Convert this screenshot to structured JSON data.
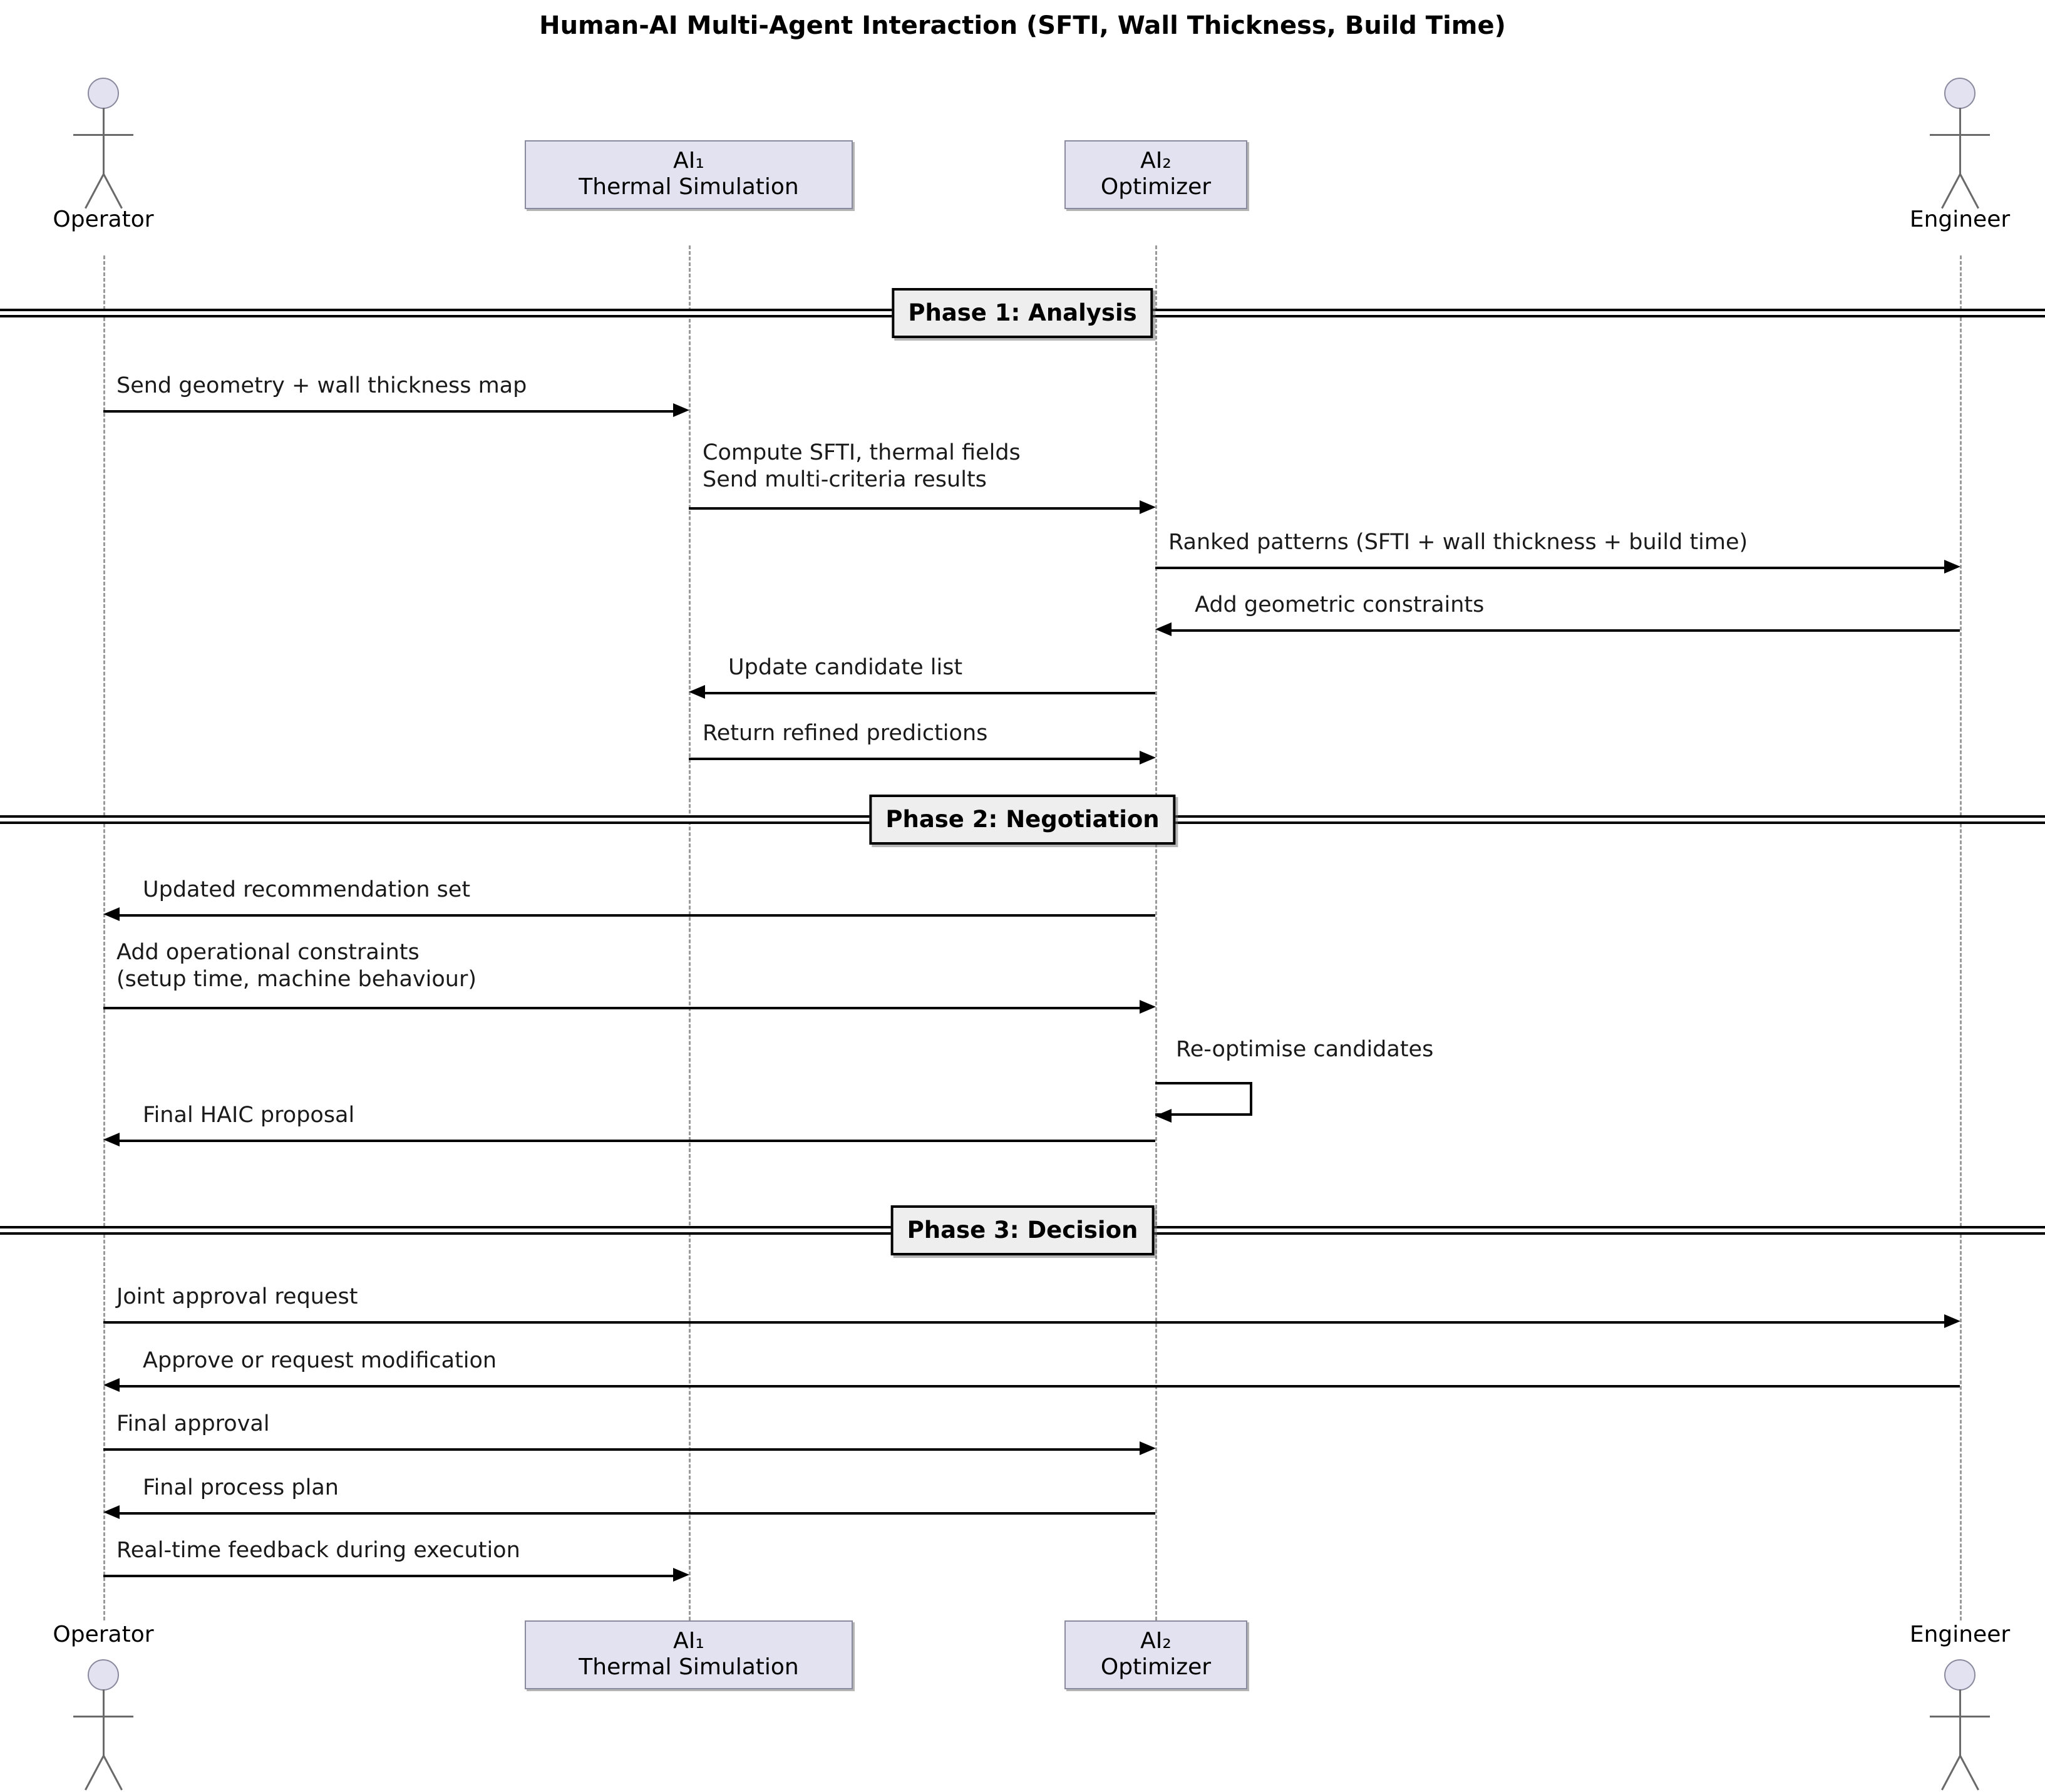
{
  "title": "Human-AI Multi-Agent Interaction (SFTI, Wall Thickness, Build Time)",
  "colors": {
    "participant_fill": "#e2e2f0",
    "participant_border": "#8a8a9e",
    "divider_fill": "#eeeeee",
    "line": "#000000",
    "lifeline": "#9a9a9a"
  },
  "participants": [
    {
      "id": "operator",
      "type": "actor",
      "label": "Operator"
    },
    {
      "id": "ai1",
      "type": "box",
      "line1": "AI₁",
      "line2": "Thermal Simulation"
    },
    {
      "id": "ai2",
      "type": "box",
      "line1": "AI₂",
      "line2": "Optimizer"
    },
    {
      "id": "engineer",
      "type": "actor",
      "label": "Engineer"
    }
  ],
  "phases": [
    {
      "id": "phase1",
      "label": "Phase 1: Analysis"
    },
    {
      "id": "phase2",
      "label": "Phase 2: Negotiation"
    },
    {
      "id": "phase3",
      "label": "Phase 3: Decision"
    }
  ],
  "messages": [
    {
      "id": "m1",
      "phase": "phase1",
      "from": "operator",
      "to": "ai1",
      "direction": "right",
      "line1": "Send geometry + wall thickness map",
      "line2": ""
    },
    {
      "id": "m2",
      "phase": "phase1",
      "from": "ai1",
      "to": "ai2",
      "direction": "right",
      "line1": "Compute SFTI, thermal fields",
      "line2": "Send multi-criteria results"
    },
    {
      "id": "m3",
      "phase": "phase1",
      "from": "ai2",
      "to": "engineer",
      "direction": "right",
      "line1": "Ranked patterns (SFTI + wall thickness + build time)",
      "line2": ""
    },
    {
      "id": "m4",
      "phase": "phase1",
      "from": "engineer",
      "to": "ai2",
      "direction": "left",
      "line1": "Add geometric constraints",
      "line2": ""
    },
    {
      "id": "m5",
      "phase": "phase1",
      "from": "ai2",
      "to": "ai1",
      "direction": "left",
      "line1": "Update candidate list",
      "line2": ""
    },
    {
      "id": "m6",
      "phase": "phase1",
      "from": "ai1",
      "to": "ai2",
      "direction": "right",
      "line1": "Return refined predictions",
      "line2": ""
    },
    {
      "id": "m7",
      "phase": "phase2",
      "from": "ai2",
      "to": "operator",
      "direction": "left",
      "line1": "Updated recommendation set",
      "line2": ""
    },
    {
      "id": "m8",
      "phase": "phase2",
      "from": "operator",
      "to": "ai2",
      "direction": "right",
      "line1": "Add operational constraints",
      "line2": "(setup time, machine behaviour)"
    },
    {
      "id": "m9",
      "phase": "phase2",
      "from": "ai2",
      "to": "ai2",
      "direction": "self",
      "line1": "Re-optimise candidates",
      "line2": ""
    },
    {
      "id": "m10",
      "phase": "phase2",
      "from": "ai2",
      "to": "operator",
      "direction": "left",
      "line1": "Final HAIC proposal",
      "line2": ""
    },
    {
      "id": "m11",
      "phase": "phase3",
      "from": "operator",
      "to": "engineer",
      "direction": "right",
      "line1": "Joint approval request",
      "line2": ""
    },
    {
      "id": "m12",
      "phase": "phase3",
      "from": "engineer",
      "to": "operator",
      "direction": "left",
      "line1": "Approve or request modification",
      "line2": ""
    },
    {
      "id": "m13",
      "phase": "phase3",
      "from": "operator",
      "to": "ai2",
      "direction": "right",
      "line1": "Final approval",
      "line2": ""
    },
    {
      "id": "m14",
      "phase": "phase3",
      "from": "ai2",
      "to": "operator",
      "direction": "left",
      "line1": "Final process plan",
      "line2": ""
    },
    {
      "id": "m15",
      "phase": "phase3",
      "from": "operator",
      "to": "ai1",
      "direction": "right",
      "line1": "Real-time feedback during execution",
      "line2": ""
    }
  ]
}
